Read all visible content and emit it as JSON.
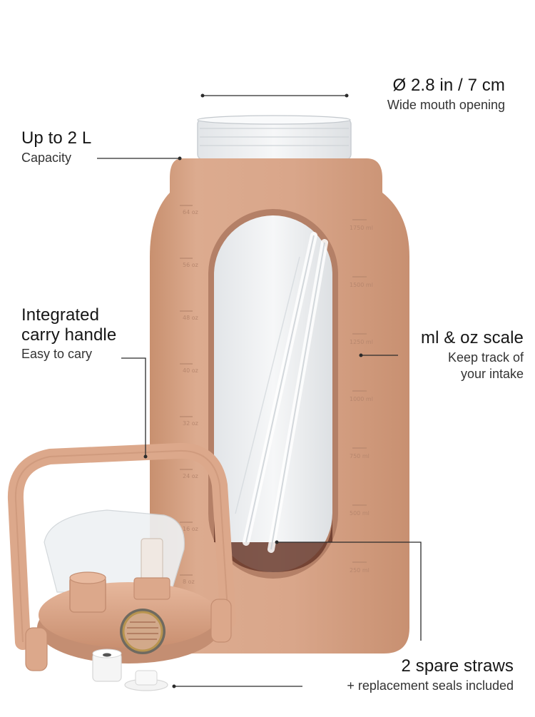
{
  "callouts": {
    "opening": {
      "title": "Ø 2.8 in / 7 cm",
      "subtitle": "Wide mouth opening"
    },
    "capacity": {
      "title": "Up to 2 L",
      "subtitle": "Capacity"
    },
    "handle": {
      "title_line1": "Integrated",
      "title_line2": "carry handle",
      "subtitle": "Easy to cary"
    },
    "scale": {
      "title": "ml & oz scale",
      "subtitle_line1": "Keep track of",
      "subtitle_line2": "your intake"
    },
    "straws": {
      "title": "2 spare straws",
      "subtitle": "+ replacement seals included"
    }
  },
  "bottle_markings": {
    "oz": [
      "64 oz",
      "56 oz",
      "48 oz",
      "40 oz",
      "32 oz",
      "24 oz",
      "16 oz",
      "8 oz"
    ],
    "ml": [
      "1750 ml",
      "1500 ml",
      "1250 ml",
      "1000 ml",
      "750 ml",
      "500 ml",
      "250 ml"
    ]
  },
  "colors": {
    "sleeve": "#d9a68a",
    "sleeve_shadow": "#c48e72",
    "cap": "#dca88b",
    "glass": "#eef0f2"
  }
}
